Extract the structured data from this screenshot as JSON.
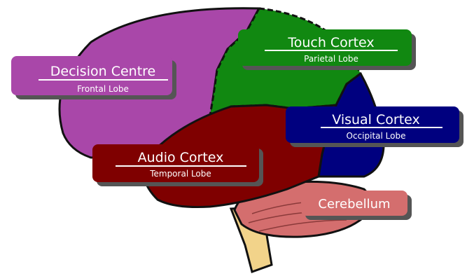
{
  "labels": {
    "frontal": {
      "title": "Decision Centre",
      "subtitle": "Frontal Lobe",
      "color": "#a947a9"
    },
    "parietal": {
      "title": "Touch Cortex",
      "subtitle": "Parietal Lobe",
      "color": "#118811"
    },
    "occipital": {
      "title": "Visual Cortex",
      "subtitle": "Occipital Lobe",
      "color": "#00007f"
    },
    "temporal": {
      "title": "Audio Cortex",
      "subtitle": "Temporal Lobe",
      "color": "#7f0000"
    },
    "cerebellum": {
      "title": "Cerebellum",
      "color": "#d46e6e"
    }
  },
  "colors": {
    "brain_outline": "#111111",
    "cerebellum_fill": "#d46e6e",
    "brainstem_fill": "#f2d38a",
    "label_shadow": "#555555"
  }
}
